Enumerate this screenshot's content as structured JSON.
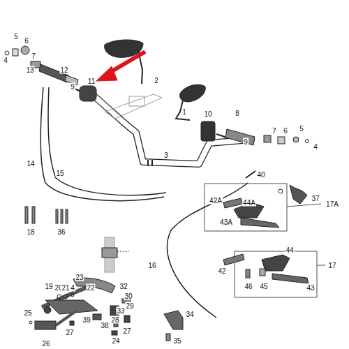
{
  "diagram": {
    "labels": [
      "5",
      "4",
      "6",
      "7",
      "13",
      "12",
      "9",
      "11",
      "2",
      "1",
      "10",
      "8",
      "9",
      "7",
      "6",
      "5",
      "4",
      "3",
      "37",
      "40",
      "42A",
      "44A",
      "17A",
      "43A",
      "14",
      "15",
      "18",
      "36",
      "16",
      "42",
      "44",
      "17",
      "46",
      "45",
      "43",
      "23",
      "22",
      "32",
      "30",
      "29",
      "19",
      "20",
      "21",
      "4",
      "33",
      "39",
      "38",
      "28",
      "27",
      "27",
      "24",
      "25",
      "26",
      "34",
      "35"
    ]
  }
}
